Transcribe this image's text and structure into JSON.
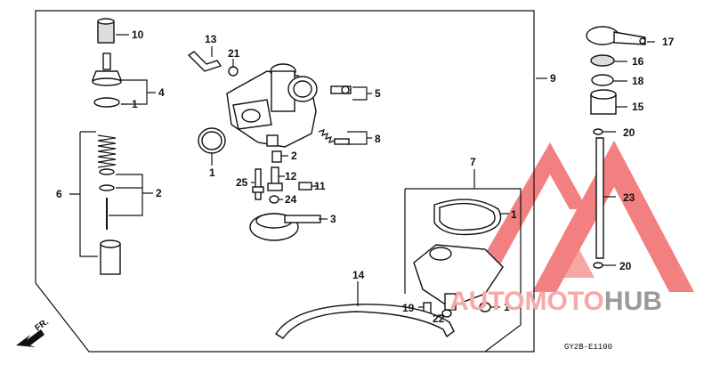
{
  "diagram": {
    "callouts": {
      "c1_top": "1",
      "c1_carb": "1",
      "c1_gasket": "1",
      "c1_right": "1",
      "c2_main": "2",
      "c2_jet": "2",
      "c3": "3",
      "c4": "4",
      "c5": "5",
      "c6": "6",
      "c7": "7",
      "c8": "8",
      "c9": "9",
      "c10": "10",
      "c11": "11",
      "c12": "12",
      "c13": "13",
      "c14": "14",
      "c15": "15",
      "c16": "16",
      "c17": "17",
      "c18": "18",
      "c19": "19",
      "c20_top": "20",
      "c20_bottom": "20",
      "c21": "21",
      "c22": "22",
      "c23": "23",
      "c24": "24",
      "c25": "25"
    },
    "front_label": "FR.",
    "code": "GY2B-E1100"
  },
  "watermark": {
    "auto": "AUTOMOTO",
    "hub": "HUB",
    "logo_color": "#f26b6b",
    "hub_color": "#9a9a9a"
  }
}
